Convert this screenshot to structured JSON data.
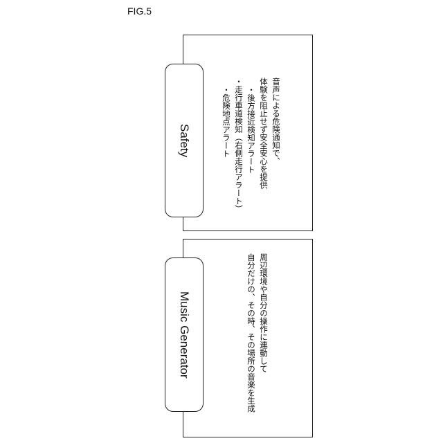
{
  "figure_label": "FIG.5",
  "blocks": {
    "safety": {
      "title": "Safety",
      "lines": [
        "音声による危険通知で、",
        "体験を阻止せず安全安心を提供",
        "・後方接近検知アラート",
        "・走行車道検知（右側走行アラート）",
        "・危険地点アラート"
      ]
    },
    "music": {
      "title": "Music Generator",
      "lines": [
        "周辺環境や自分の操作に連動して",
        "自分だけの、その時、その場所の音楽を生成"
      ]
    }
  }
}
